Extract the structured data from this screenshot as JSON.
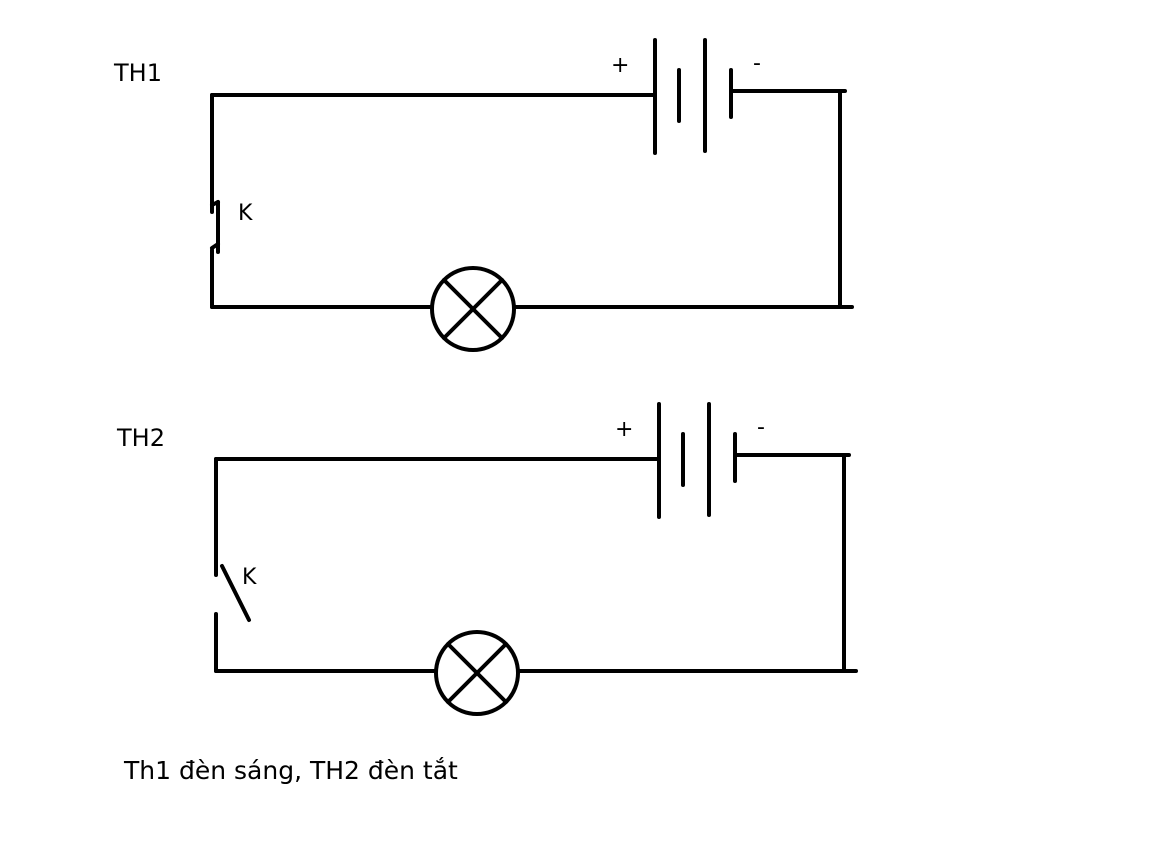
{
  "case1": {
    "title": "TH1",
    "switch_label": "K",
    "switch_state": "closed",
    "plus_sign": "+",
    "minus_sign": "-"
  },
  "case2": {
    "title": "TH2",
    "switch_label": "K",
    "switch_state": "open",
    "plus_sign": "+",
    "minus_sign": "-"
  },
  "caption": "Th1 đèn sáng, TH2 đèn tắt",
  "colors": {
    "line": "#000000",
    "background": "#ffffff"
  }
}
